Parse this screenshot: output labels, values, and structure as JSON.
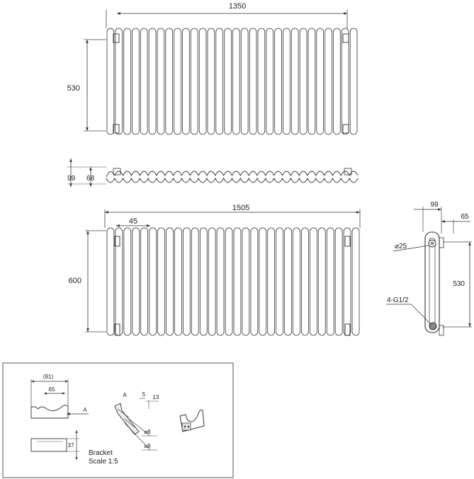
{
  "front_view": {
    "width_label": "1350",
    "height_label": "530"
  },
  "top_view": {
    "depth_outer_label": "99",
    "depth_inner_label": "68"
  },
  "lower_view": {
    "width_label": "1505",
    "pitch_label": "45",
    "height_label": "600"
  },
  "side_view": {
    "depth_label": "99",
    "offset_label": "65",
    "pipe_label": "⌀25",
    "height_label": "530",
    "valve_label": "4-G1/2"
  },
  "bracket": {
    "width_label": "(91)",
    "inner_width_label": "65",
    "arrow_label": "A",
    "height_label": "37",
    "caption_line1": "Bracket",
    "caption_line2": "Scale 1:5",
    "section_a_label": "A",
    "dim_5_label": "5",
    "dim_13_label": "13",
    "hole_1_label": "⌀8",
    "hole_2_label": "⌀8"
  }
}
